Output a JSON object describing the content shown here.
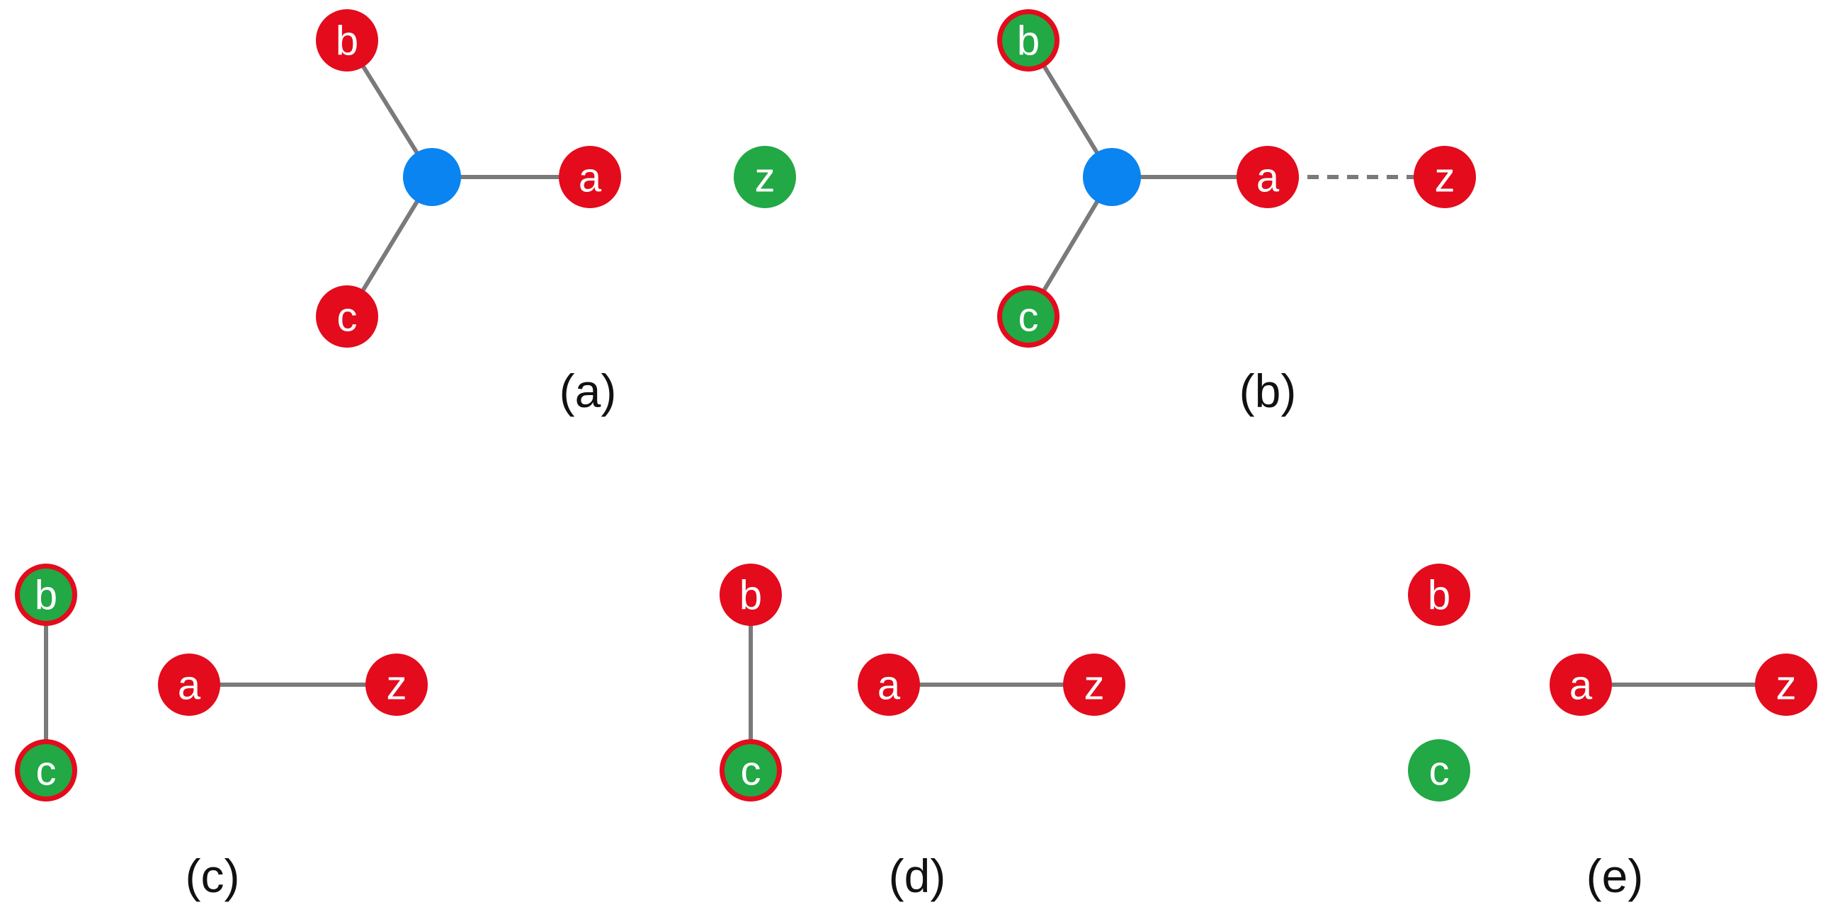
{
  "colors": {
    "red": "#e30b1c",
    "green": "#22a845",
    "blue": "#0a84f0",
    "edge": "#7a7a7a",
    "caption": "#111111"
  },
  "panels": [
    {
      "id": "a",
      "caption": "(a)",
      "nodes": [
        {
          "id": "hub",
          "label": "",
          "style": "hub"
        },
        {
          "id": "b",
          "label": "b",
          "style": "red"
        },
        {
          "id": "a",
          "label": "a",
          "style": "red"
        },
        {
          "id": "c",
          "label": "c",
          "style": "red"
        },
        {
          "id": "z",
          "label": "z",
          "style": "green"
        }
      ],
      "edges": [
        {
          "from": "hub",
          "to": "b",
          "style": "solid"
        },
        {
          "from": "hub",
          "to": "a",
          "style": "solid"
        },
        {
          "from": "hub",
          "to": "c",
          "style": "solid"
        }
      ]
    },
    {
      "id": "b",
      "caption": "(b)",
      "nodes": [
        {
          "id": "hub",
          "label": "",
          "style": "hub"
        },
        {
          "id": "b",
          "label": "b",
          "style": "green-ring"
        },
        {
          "id": "a",
          "label": "a",
          "style": "red"
        },
        {
          "id": "c",
          "label": "c",
          "style": "green-ring"
        },
        {
          "id": "z",
          "label": "z",
          "style": "red"
        }
      ],
      "edges": [
        {
          "from": "hub",
          "to": "b",
          "style": "solid"
        },
        {
          "from": "hub",
          "to": "a",
          "style": "solid"
        },
        {
          "from": "hub",
          "to": "c",
          "style": "solid"
        },
        {
          "from": "a",
          "to": "z",
          "style": "dashed"
        }
      ]
    },
    {
      "id": "c",
      "caption": "(c)",
      "nodes": [
        {
          "id": "b",
          "label": "b",
          "style": "green-ring"
        },
        {
          "id": "c",
          "label": "c",
          "style": "green-ring"
        },
        {
          "id": "a",
          "label": "a",
          "style": "red"
        },
        {
          "id": "z",
          "label": "z",
          "style": "red"
        }
      ],
      "edges": [
        {
          "from": "b",
          "to": "c",
          "style": "solid"
        },
        {
          "from": "a",
          "to": "z",
          "style": "solid"
        }
      ]
    },
    {
      "id": "d",
      "caption": "(d)",
      "nodes": [
        {
          "id": "b",
          "label": "b",
          "style": "red"
        },
        {
          "id": "c",
          "label": "c",
          "style": "green-ring"
        },
        {
          "id": "a",
          "label": "a",
          "style": "red"
        },
        {
          "id": "z",
          "label": "z",
          "style": "red"
        }
      ],
      "edges": [
        {
          "from": "b",
          "to": "c",
          "style": "solid"
        },
        {
          "from": "a",
          "to": "z",
          "style": "solid"
        }
      ]
    },
    {
      "id": "e",
      "caption": "(e)",
      "nodes": [
        {
          "id": "b",
          "label": "b",
          "style": "red"
        },
        {
          "id": "c",
          "label": "c",
          "style": "green"
        },
        {
          "id": "a",
          "label": "a",
          "style": "red"
        },
        {
          "id": "z",
          "label": "z",
          "style": "red"
        }
      ],
      "edges": [
        {
          "from": "a",
          "to": "z",
          "style": "solid"
        }
      ]
    }
  ]
}
